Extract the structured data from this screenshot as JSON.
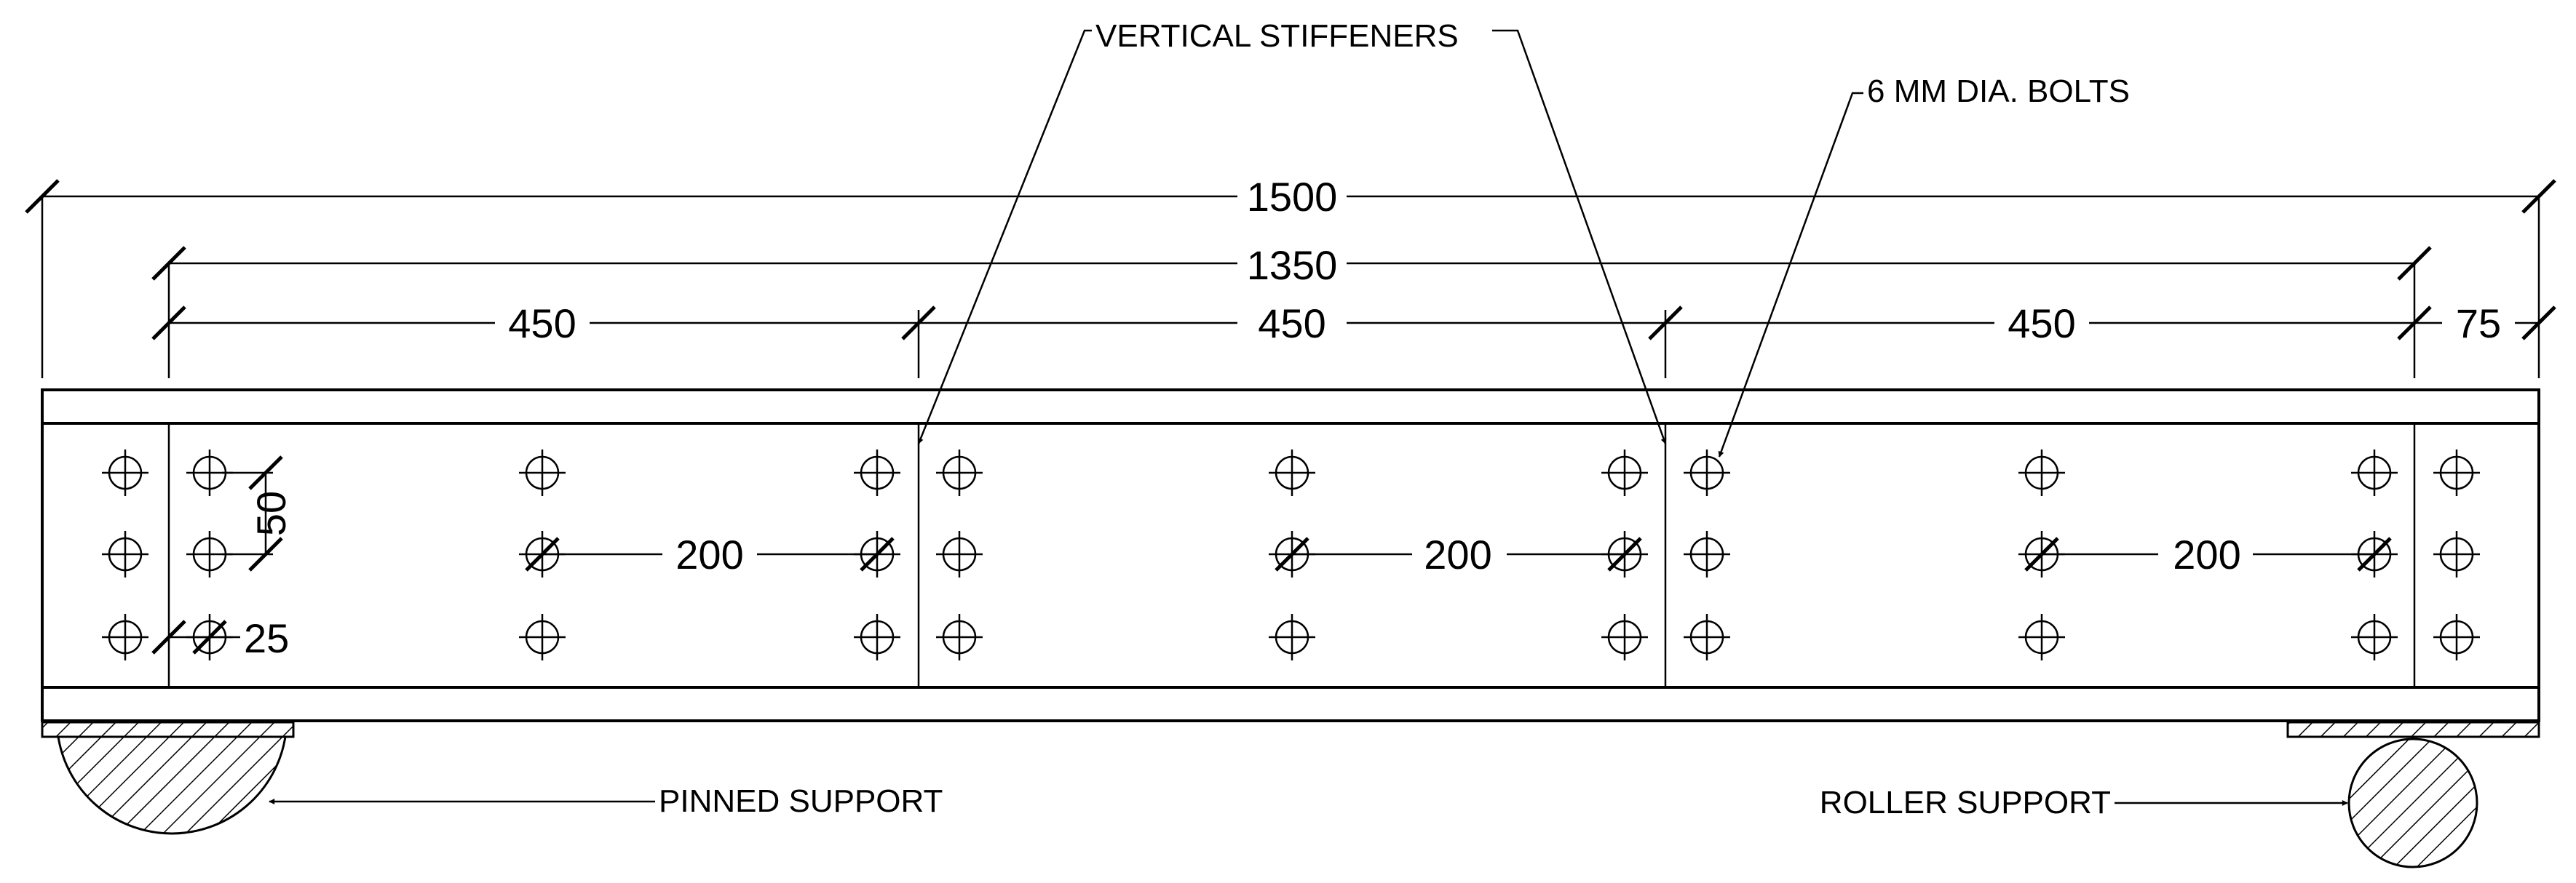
{
  "labels": {
    "stiffeners": "VERTICAL STIFFENERS",
    "bolts": "6 MM DIA. BOLTS",
    "pinned": "PINNED SUPPORT",
    "roller": "ROLLER SUPPORT"
  },
  "dimensions": {
    "overall": "1500",
    "bolt_span": "1350",
    "panel_1": "450",
    "panel_2": "450",
    "panel_3": "450",
    "end": "75",
    "bolt_pitch_1": "200",
    "bolt_pitch_2": "200",
    "bolt_pitch_3": "200",
    "row_spacing": "50",
    "edge_distance": "25"
  }
}
